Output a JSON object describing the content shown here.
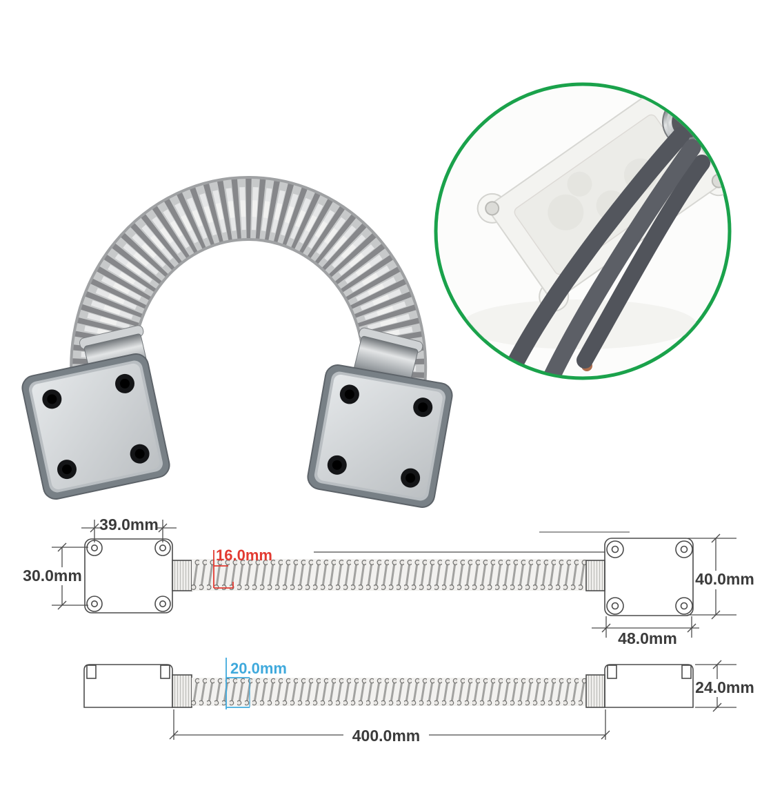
{
  "colors": {
    "green": "#1aa24b",
    "red": "#e23a31",
    "blue": "#3fa9dc",
    "line": "#4a4a4a"
  },
  "labels": {
    "left_box_width": "39.0mm",
    "left_box_height": "30.0mm",
    "conduit_diameter_top": "16.0mm",
    "right_box_height": "40.0mm",
    "right_box_width": "48.0mm",
    "conduit_diameter_side": "20.0mm",
    "end_cap_height": "24.0mm",
    "overall_length": "400.0mm"
  }
}
